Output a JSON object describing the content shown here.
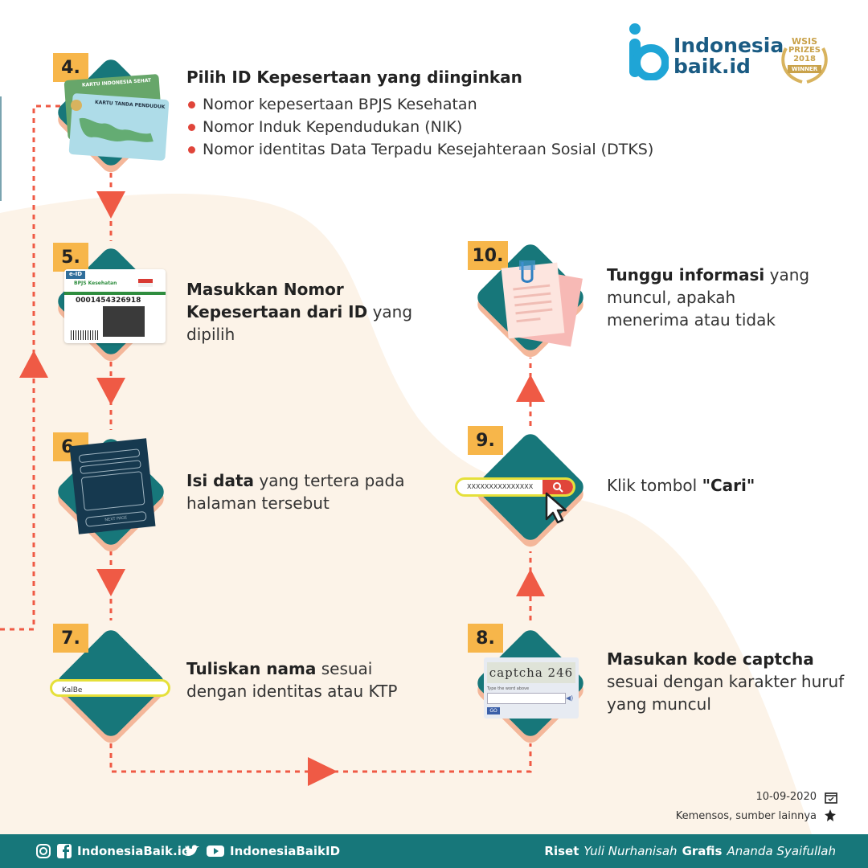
{
  "brand": {
    "line1": "Indonesia",
    "line2": "baik.id",
    "award": {
      "line1": "WSIS",
      "line2": "PRIZES",
      "line3": "2018",
      "line4": "WINNER"
    }
  },
  "steps": {
    "s4": {
      "number": "4.",
      "title": "Pilih ID Kepesertaan yang diinginkan",
      "bullets": [
        "Nomor kepesertaan BPJS Kesehatan",
        "Nomor Induk Kependudukan (NIK)",
        "Nomor identitas Data Terpadu Kesejahteraan Sosial (DTKS)"
      ],
      "card_back": "KARTU INDONESIA SEHAT",
      "card_front": "KARTU TANDA PENDUDUK"
    },
    "s5": {
      "number": "5.",
      "bold": "Masukkan Nomor Kepesertaan dari ID",
      "normal": " yang dipilih",
      "card_eid": "e-ID",
      "card_brand": "BPJS Kesehatan",
      "card_number": "0001454326918"
    },
    "s6": {
      "number": "6.",
      "bold": "Isi data",
      "normal": " yang tertera pada halaman tersebut",
      "form_button": "NEXT PAGE"
    },
    "s7": {
      "number": "7.",
      "bold": "Tuliskan nama",
      "normal": " sesuai dengan identitas atau KTP",
      "input_value": "KalBe"
    },
    "s8": {
      "number": "8.",
      "bold": "Masukan kode captcha",
      "normal": " sesuai dengan karakter huruf yang muncul",
      "captcha": "captcha 246",
      "captcha_hint": "Type the word above",
      "captcha_button": "GO"
    },
    "s9": {
      "number": "9.",
      "prefix": "Klik tombol ",
      "bold": "\"Cari\"",
      "search_value": "XXXXXXXXXXXXXXX"
    },
    "s10": {
      "number": "10.",
      "bold": "Tunggu informasi",
      "normal": " yang muncul, apakah menerima atau tidak"
    }
  },
  "meta": {
    "date": "10-09-2020",
    "source": "Kemensos, sumber lainnya"
  },
  "footer": {
    "social1": "IndonesiaBaik.id",
    "social2": "IndonesiaBaikID",
    "riset_label": "Riset",
    "riset_name": "Yuli Nurhanisah",
    "grafis_label": "Grafis",
    "grafis_name": "Ananda Syaifullah"
  },
  "colors": {
    "teal": "#17777a",
    "orange": "#f7b64a",
    "red": "#ef5a45",
    "peach": "#fcf3e8",
    "brand": "#1a5b83"
  }
}
